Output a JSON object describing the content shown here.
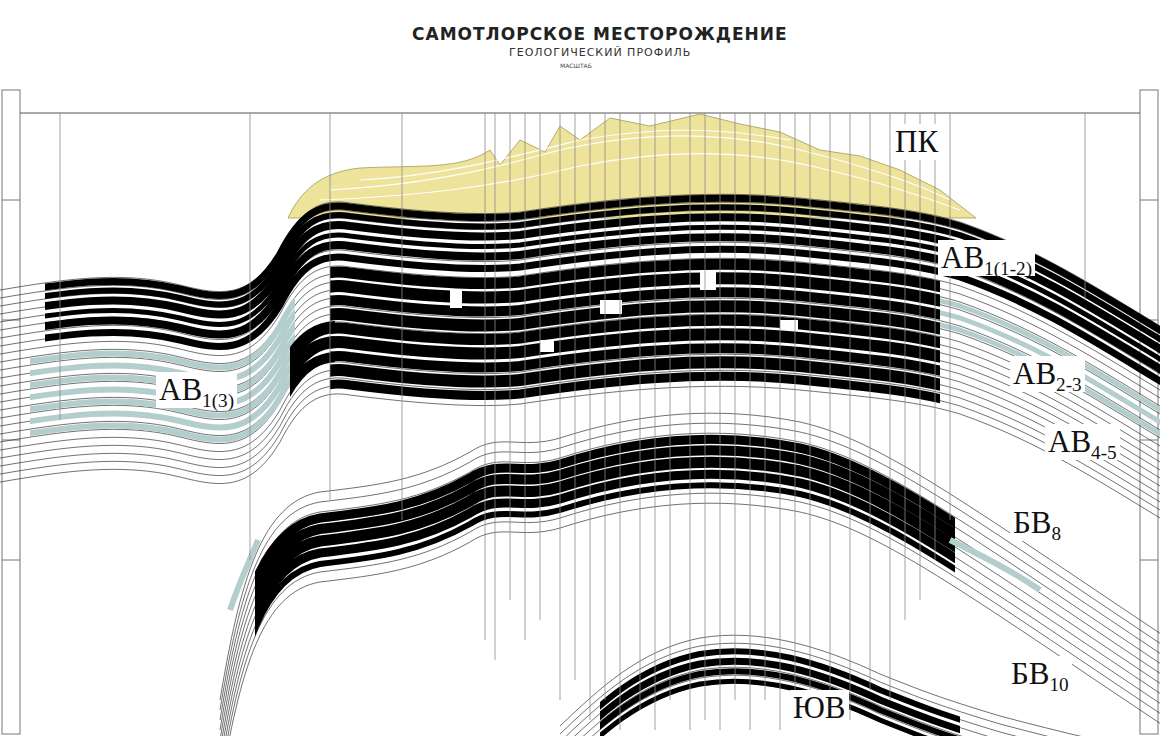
{
  "diagram": {
    "title": "САМОТЛОРСКОЕ МЕСТОРОЖДЕНИЕ",
    "labels": [
      "ГЕОЛОГИЧЕСКИЙ ПРОФИЛЬ",
      "МАСШТАБ",
      "ПК",
      "АВ1(1-2)",
      "АВ1(3)",
      "АВ2-3",
      "АВ4-5",
      "БВ8",
      "БВ10",
      "ЮВ"
    ]
  }
}
